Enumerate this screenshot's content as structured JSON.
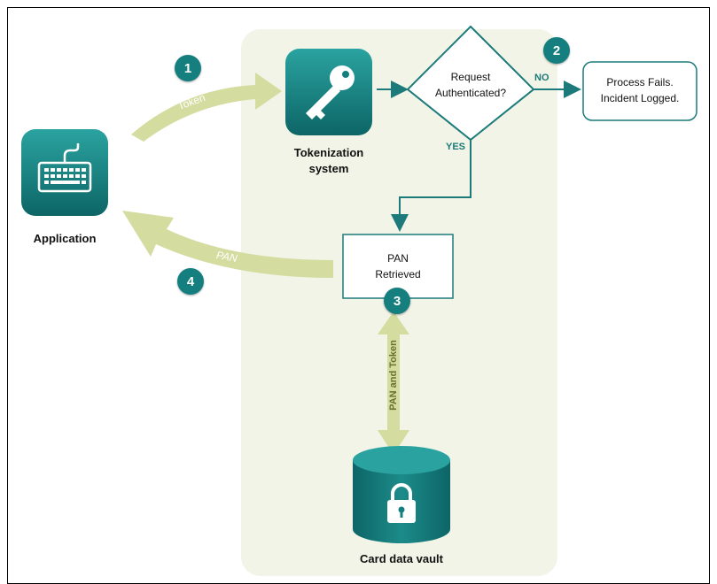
{
  "nodes": {
    "application": "Application",
    "tokenization": [
      "Tokenization",
      "system"
    ],
    "decision": [
      "Request",
      "Authenticated?"
    ],
    "process_fails": [
      "Process Fails.",
      "Incident Logged."
    ],
    "pan_retrieved": [
      "PAN",
      "Retrieved"
    ],
    "vault": "Card data vault"
  },
  "edges": {
    "token": "Token",
    "pan": "PAN",
    "pan_and_token": "PAN and Token",
    "no": "NO",
    "yes": "YES"
  },
  "steps": [
    "1",
    "2",
    "3",
    "4"
  ],
  "colors": {
    "teal": "#157f7f",
    "panel": "#f1f4e6",
    "arrow": "#d4dca0"
  }
}
